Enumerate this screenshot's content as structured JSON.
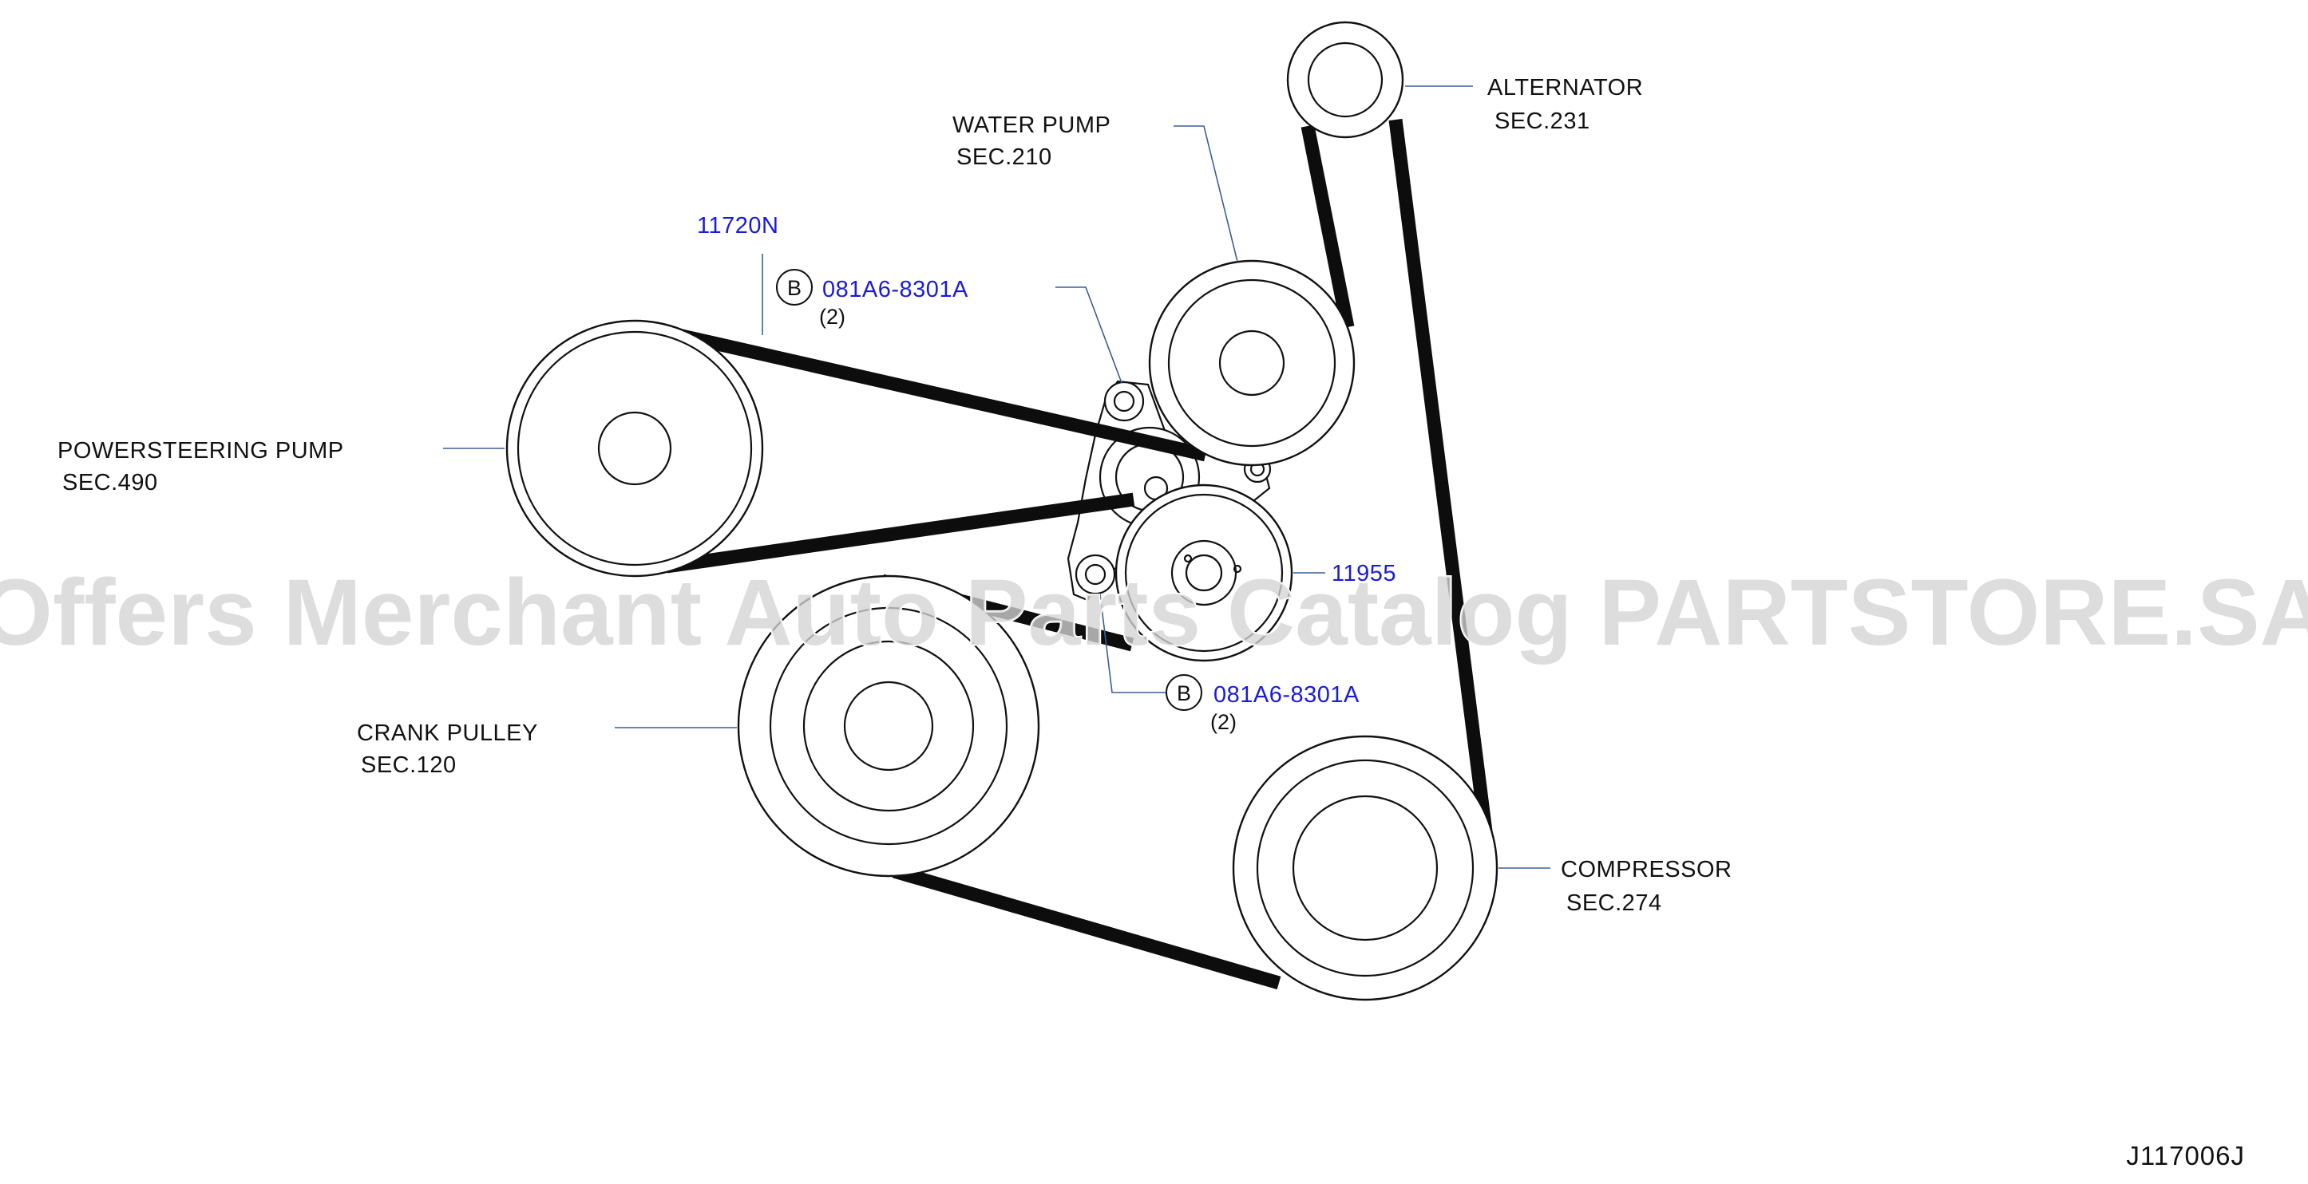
{
  "labels": {
    "alternator": {
      "name": "ALTERNATOR",
      "sec": "SEC.231"
    },
    "water_pump": {
      "name": "WATER  PUMP",
      "sec": "SEC.210"
    },
    "powersteering_pump": {
      "name": "POWERSTEERING  PUMP",
      "sec": "SEC.490"
    },
    "crank_pulley": {
      "name": "CRANK  PULLEY",
      "sec": "SEC.120"
    },
    "compressor": {
      "name": "COMPRESSOR",
      "sec": "SEC.274"
    }
  },
  "part_numbers": {
    "belt": "11720N",
    "tensioner": "11955",
    "bolt_upper": {
      "marker": "B",
      "number": "081A6-8301A",
      "qty": "(2)"
    },
    "bolt_lower": {
      "marker": "B",
      "number": "081A6-8301A",
      "qty": "(2)"
    }
  },
  "figure_id": "J117006J",
  "watermark": "Offers Merchant Auto Parts Catalog PARTSTORE.SA",
  "colors": {
    "part_number": "#1a1adb",
    "leader_line": "#3a5f9a",
    "belt": "#0d0d0d",
    "watermark": "#d4d4d4"
  }
}
